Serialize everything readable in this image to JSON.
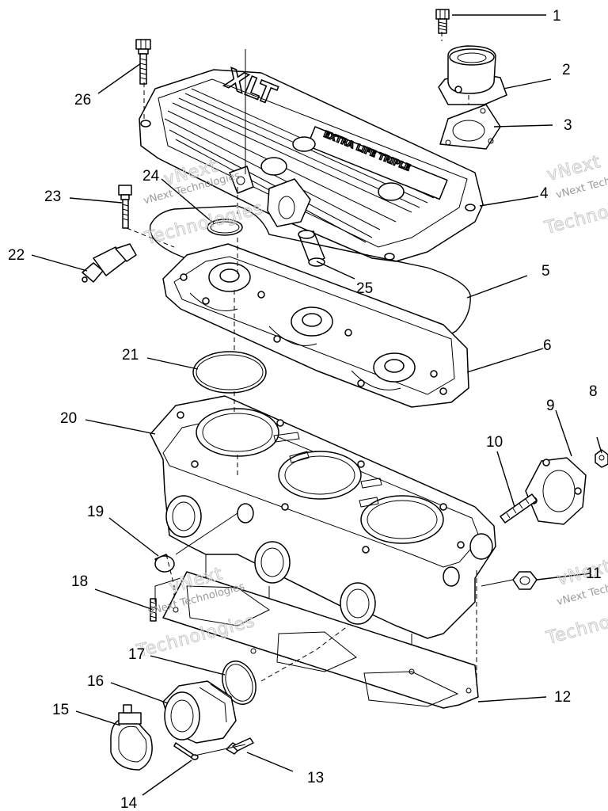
{
  "cover_text": {
    "model": "XLT",
    "tagline": "EXTRA LIFE TRIPLE"
  },
  "watermark": {
    "company": "vNext Technologies",
    "word_vnext": "vNext",
    "word_techno": "Technologies"
  },
  "callouts": [
    {
      "id": "1",
      "label": "1"
    },
    {
      "id": "2",
      "label": "2"
    },
    {
      "id": "3",
      "label": "3"
    },
    {
      "id": "4",
      "label": "4"
    },
    {
      "id": "5",
      "label": "5"
    },
    {
      "id": "6",
      "label": "6"
    },
    {
      "id": "8",
      "label": "8"
    },
    {
      "id": "9",
      "label": "9"
    },
    {
      "id": "10",
      "label": "10"
    },
    {
      "id": "11",
      "label": "11"
    },
    {
      "id": "12",
      "label": "12"
    },
    {
      "id": "13",
      "label": "13"
    },
    {
      "id": "14",
      "label": "14"
    },
    {
      "id": "15",
      "label": "15"
    },
    {
      "id": "16",
      "label": "16"
    },
    {
      "id": "17",
      "label": "17"
    },
    {
      "id": "18",
      "label": "18"
    },
    {
      "id": "19",
      "label": "19"
    },
    {
      "id": "20",
      "label": "20"
    },
    {
      "id": "21",
      "label": "21"
    },
    {
      "id": "22",
      "label": "22"
    },
    {
      "id": "23",
      "label": "23"
    },
    {
      "id": "24",
      "label": "24"
    },
    {
      "id": "25",
      "label": "25"
    },
    {
      "id": "26",
      "label": "26"
    }
  ]
}
